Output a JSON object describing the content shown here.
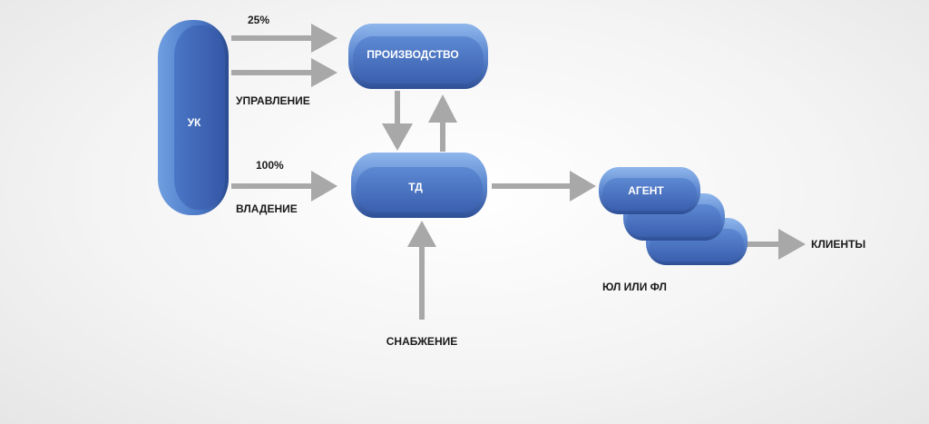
{
  "nodes": {
    "uk": "УК",
    "production": "ПРОИЗВОДСТВО",
    "td": "ТД",
    "agent": "АГЕНТ"
  },
  "labels": {
    "percent_25": "25%",
    "management": "УПРАВЛЕНИЕ",
    "percent_100": "100%",
    "ownership": "ВЛАДЕНИЕ",
    "supply": "СНАБЖЕНИЕ",
    "clients": "КЛИЕНТЫ",
    "entities": "ЮЛ ИЛИ ФЛ"
  },
  "colors": {
    "node_fill": "#3f68b4",
    "node_light": "#7aa5e0",
    "node_dark": "#2a4a90",
    "arrow": "#a8a8a8",
    "text_dark": "#1a1a1a",
    "text_light": "#ffffff"
  }
}
